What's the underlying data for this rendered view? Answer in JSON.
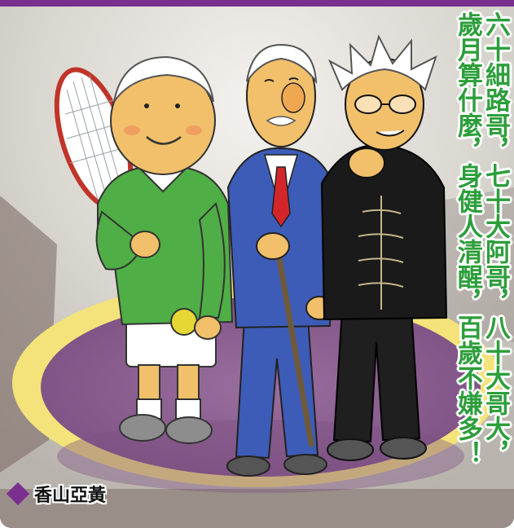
{
  "caption": {
    "column1": "六十細路哥，七十大阿哥，八十大哥大，",
    "column2": "歲月算什麼，身健人清醒，百歲不嫌多！"
  },
  "author": {
    "name": "香山亞黃"
  },
  "colors": {
    "caption_text": "#2c9e3a",
    "accent_purple": "#7a2f8e",
    "stage_purple": "#8a5a8e",
    "stage_ring": "#f3e37a"
  },
  "illustration": {
    "figures": [
      {
        "label": ""
      },
      {
        "label": ""
      },
      {
        "label": ""
      }
    ]
  }
}
